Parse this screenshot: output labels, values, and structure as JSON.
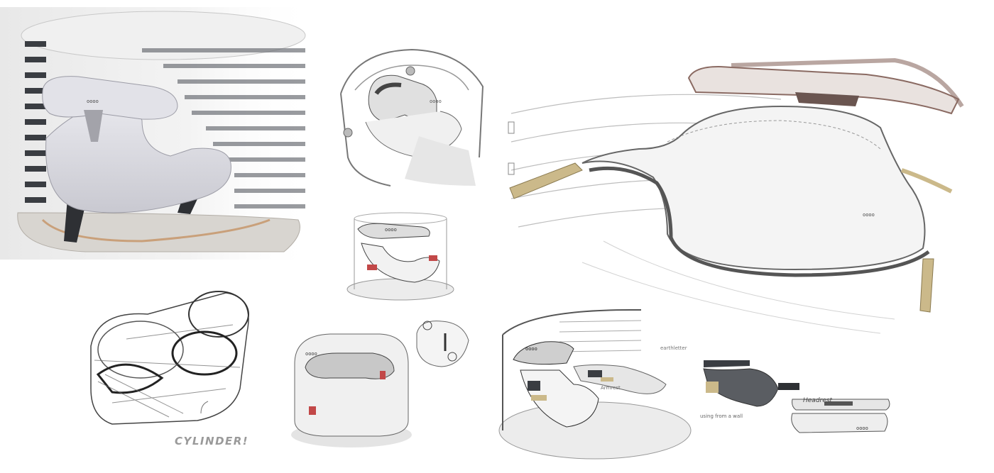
{
  "annotations": {
    "cylinder": "CYLINDER!",
    "armrest": "Armrest",
    "headrest": "Headrest",
    "earth": "earthletter",
    "wall": "using from a wall"
  },
  "logo_mark": "oooo",
  "colors": {
    "background": "#ffffff",
    "seat_fabric": "#dcdce2",
    "slat_dark": "#3a3d42",
    "wood": "#cbb98a",
    "accent_red": "#c24848",
    "headrest_brown": "#8a6a62",
    "pencil": "#555555"
  }
}
